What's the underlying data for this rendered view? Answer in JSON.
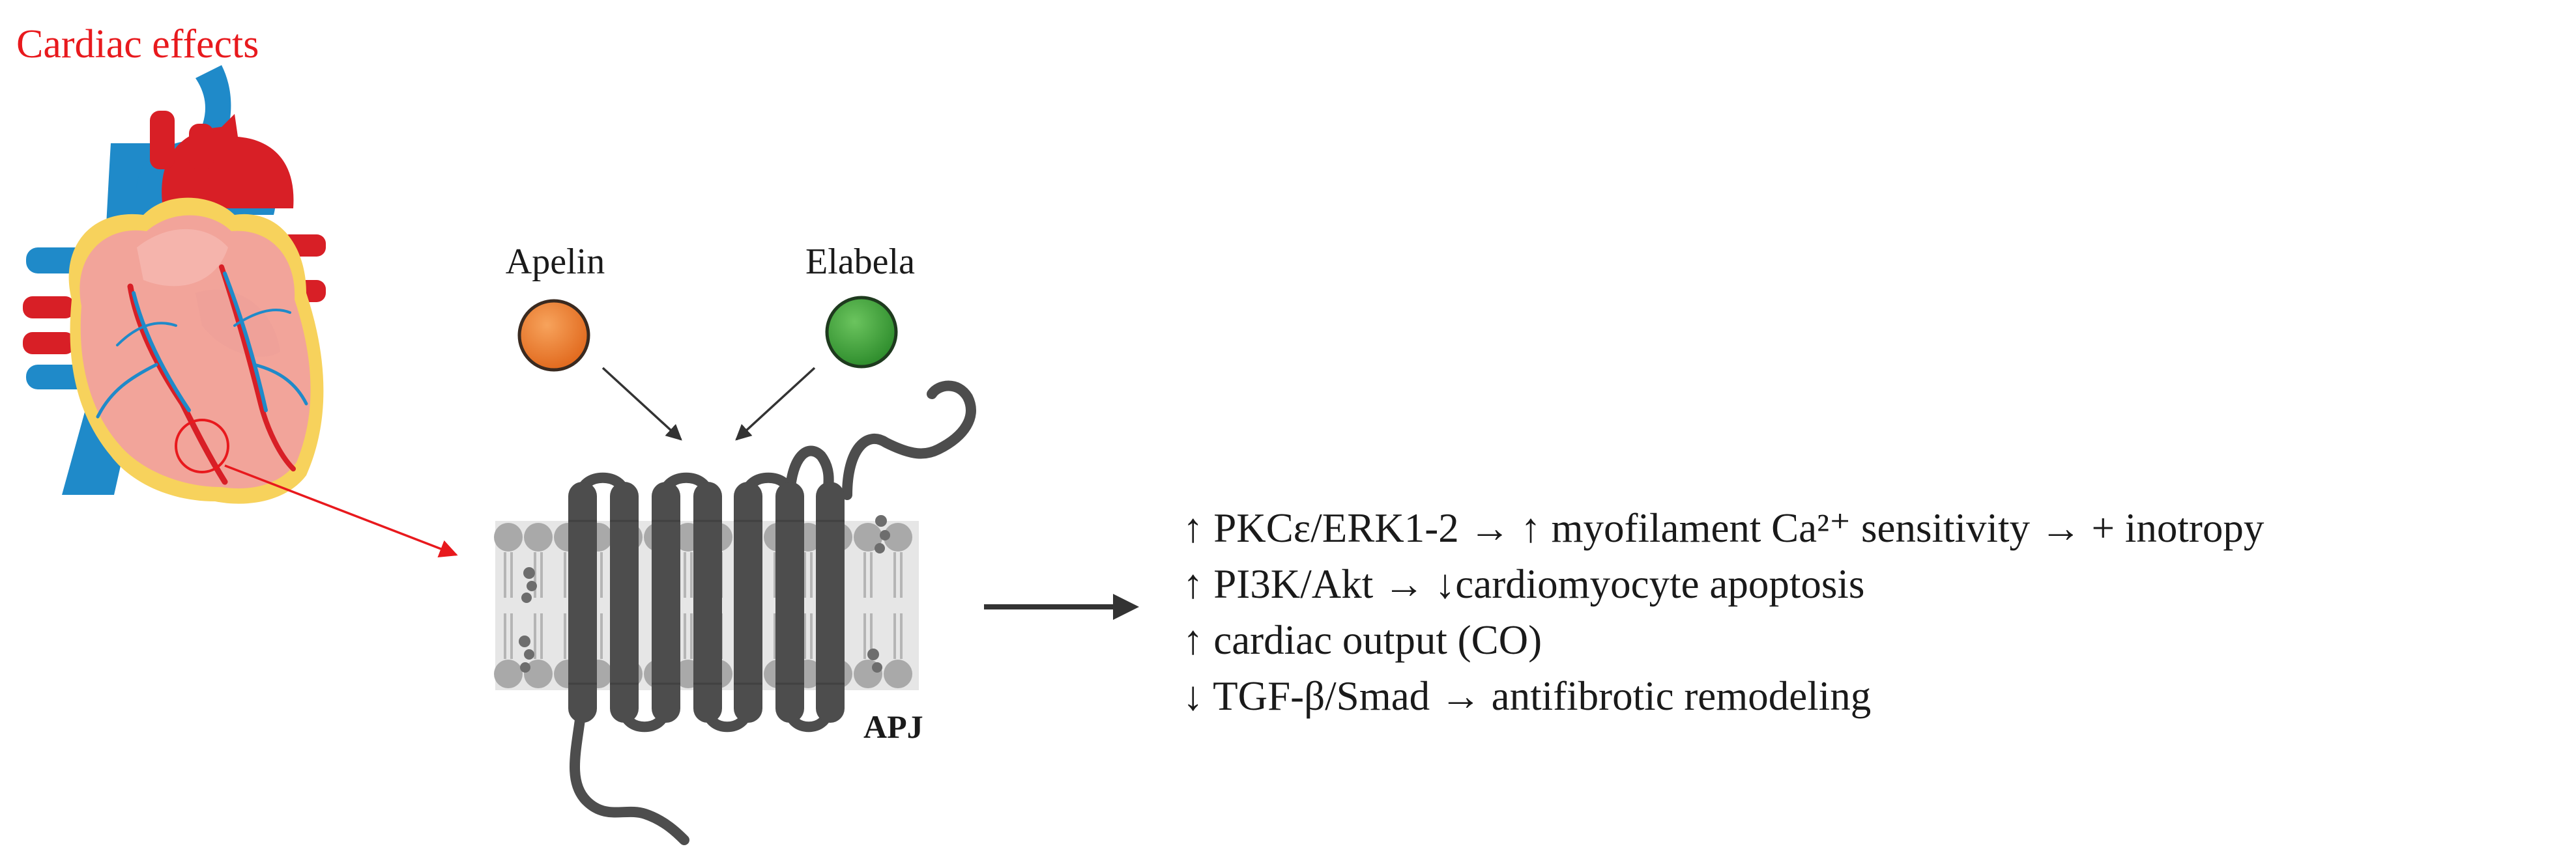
{
  "title": "Cardiac effects",
  "colors": {
    "title": "#e8191d",
    "apelin": "#ef7b22",
    "elabela": "#3a9a35",
    "receptor": "#4d4d4d",
    "membrane": "#a9a9a9",
    "arrow": "#333333",
    "pointer": "#e8191d",
    "heart_muscle": "#f2a49a",
    "heart_fat": "#f7d25c",
    "artery": "#d81f26",
    "vein": "#1f8ac9"
  },
  "ligands": {
    "apelin": "Apelin",
    "elabela": "Elabela"
  },
  "receptor": {
    "label": "APJ"
  },
  "effects": [
    "↑ PKCε/ERK1-2 → ↑ myofilament Ca²⁺ sensitivity → + inotropy",
    "↑ PI3K/Akt → ↓cardiomyocyte apoptosis",
    "↑ cardiac output (CO)",
    "↓ TGF-β/Smad → antifibrotic remodeling"
  ],
  "icons": {
    "heart": "heart-illustration-icon",
    "receptor": "gpcr-seven-transmembrane-icon"
  }
}
